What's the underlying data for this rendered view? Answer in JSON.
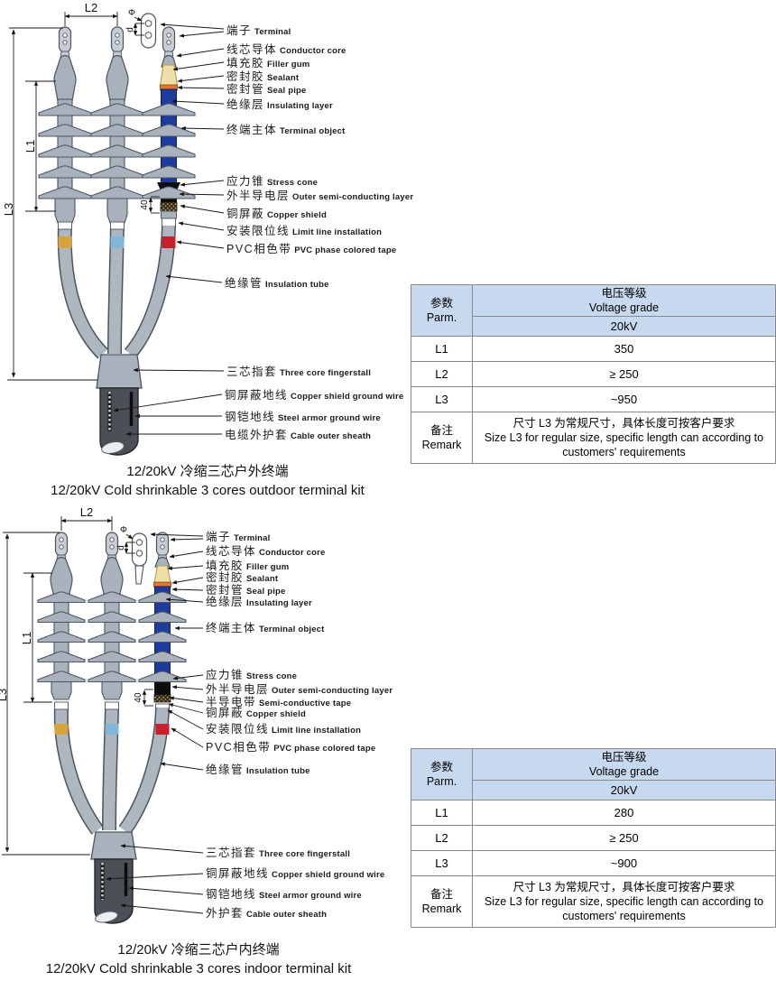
{
  "colors": {
    "table_header_bg": "#c7d9ee",
    "insulation_blue": "#1e3c9e",
    "phase_gold": "#d9a33c",
    "phase_blue": "#7fb6d9",
    "phase_red": "#c9202c",
    "sealant_orange": "#e2762a",
    "filler_yellow": "#eedfa8"
  },
  "sections": [
    {
      "caption_zh": "12/20kV 冷缩三芯户外终端",
      "caption_en": "12/20kV Cold shrinkable 3 cores outdoor terminal kit",
      "dims": {
        "l1": "L1",
        "l2": "L2",
        "l3": "L3",
        "band40": "40",
        "phi": "Φ",
        "d": "d"
      },
      "labels": [
        {
          "zh": "端子",
          "en": "Terminal"
        },
        {
          "zh": "线芯导体",
          "en": "Conductor core"
        },
        {
          "zh": "填充胶",
          "en": "Filler gum"
        },
        {
          "zh": "密封胶",
          "en": "Sealant"
        },
        {
          "zh": "密封管",
          "en": "Seal pipe"
        },
        {
          "zh": "绝缘层",
          "en": "Insulating layer"
        },
        {
          "zh": "终端主体",
          "en": "Terminal object"
        },
        {
          "zh": "应力锥",
          "en": "Stress cone"
        },
        {
          "zh": "外半导电层",
          "en": "Outer semi-conducting layer"
        },
        {
          "zh": "铜屏蔽",
          "en": "Copper shield"
        },
        {
          "zh": "安装限位线",
          "en": "Limit line installation"
        },
        {
          "zh": "PVC相色带",
          "en": "PVC phase colored tape"
        },
        {
          "zh": "绝缘管",
          "en": "Insulation tube"
        },
        {
          "zh": "三芯指套",
          "en": "Three core fingerstall"
        },
        {
          "zh": "铜屏蔽地线",
          "en": "Copper shield ground wire"
        },
        {
          "zh": "钢铠地线",
          "en": "Steel armor ground wire"
        },
        {
          "zh": "电缆外护套",
          "en": "Cable outer sheath"
        }
      ],
      "table": {
        "param_zh": "参数",
        "param_en": "Parm.",
        "voltage_zh": "电压等级",
        "voltage_en": "Voltage grade",
        "grade": "20kV",
        "rows": [
          {
            "param": "L1",
            "value": "350"
          },
          {
            "param": "L2",
            "value": "≥ 250"
          },
          {
            "param": "L3",
            "value": "~950"
          }
        ],
        "remark_label_zh": "备注",
        "remark_label_en": "Remark",
        "remark_zh": "尺寸 L3 为常规尺寸，具体长度可按客户要求",
        "remark_en": "Size L3 for regular size, specific length can according to customers' requirements"
      }
    },
    {
      "caption_zh": "12/20kV 冷缩三芯户内终端",
      "caption_en": "12/20kV Cold shrinkable 3 cores indoor terminal kit",
      "dims": {
        "l1": "L1",
        "l2": "L2",
        "l3": "L3",
        "band40": "40",
        "phi": "Φ",
        "d": "d"
      },
      "labels": [
        {
          "zh": "端子",
          "en": "Terminal"
        },
        {
          "zh": "线芯导体",
          "en": "Conductor core"
        },
        {
          "zh": "填充胶",
          "en": "Filler gum"
        },
        {
          "zh": "密封胶",
          "en": "Sealant"
        },
        {
          "zh": "密封管",
          "en": "Seal pipe"
        },
        {
          "zh": "绝缘层",
          "en": "Insulating layer"
        },
        {
          "zh": "终端主体",
          "en": "Terminal object"
        },
        {
          "zh": "应力锥",
          "en": "Stress cone"
        },
        {
          "zh": "外半导电层",
          "en": "Outer semi-conducting layer"
        },
        {
          "zh": "半导电带",
          "en": "Semi-conductive tape"
        },
        {
          "zh": "铜屏蔽",
          "en": "Copper shield"
        },
        {
          "zh": "安装限位线",
          "en": "Limit line installation"
        },
        {
          "zh": "PVC相色带",
          "en": "PVC phase colored tape"
        },
        {
          "zh": "绝缘管",
          "en": "Insulation tube"
        },
        {
          "zh": "三芯指套",
          "en": "Three core fingerstall"
        },
        {
          "zh": "铜屏蔽地线",
          "en": "Copper shield ground wire"
        },
        {
          "zh": "钢铠地线",
          "en": "Steel armor ground wire"
        },
        {
          "zh": "外护套",
          "en": "Cable outer sheath"
        }
      ],
      "table": {
        "param_zh": "参数",
        "param_en": "Parm.",
        "voltage_zh": "电压等级",
        "voltage_en": "Voltage grade",
        "grade": "20kV",
        "rows": [
          {
            "param": "L1",
            "value": "280"
          },
          {
            "param": "L2",
            "value": "≥ 250"
          },
          {
            "param": "L3",
            "value": "~900"
          }
        ],
        "remark_label_zh": "备注",
        "remark_label_en": "Remark",
        "remark_zh": "尺寸 L3 为常规尺寸，具体长度可按客户要求",
        "remark_en": "Size L3 for regular size, specific length can according to customers' requirements"
      }
    }
  ]
}
